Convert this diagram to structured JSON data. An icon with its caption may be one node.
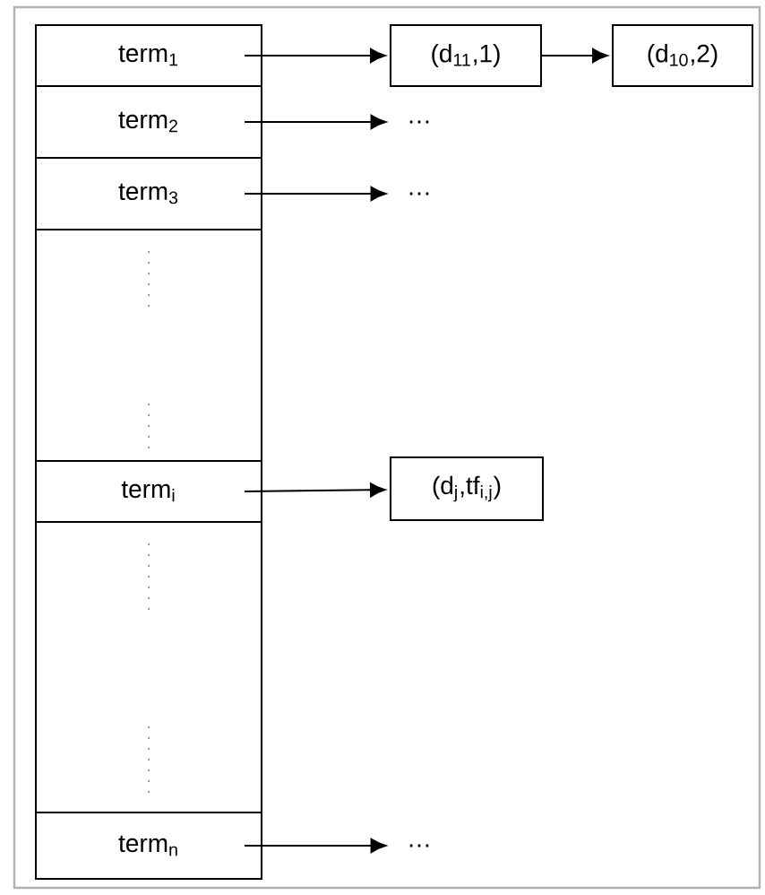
{
  "diagram": {
    "nodes": [
      {
        "text": [
          "term$_{1}$"
        ]
      },
      {
        "text": [
          "term$_{2}$"
        ]
      },
      {
        "text": [
          "term$_{3}$"
        ]
      },
      {
        "text": [],
        "shape": "box"
      },
      {
        "text": [
          "term$_{i}$"
        ]
      },
      {
        "text": [],
        "shape": "box"
      },
      {
        "text": [
          "term$_{n}$"
        ]
      },
      {
        "text": [
          "(d$_{11}$,1)"
        ]
      },
      {
        "text": [
          "(d$_{10}$,2)"
        ]
      },
      {
        "text": [
          "…"
        ]
      },
      {
        "text": [
          "…"
        ]
      },
      {
        "text": [
          "(d$_{j}$,tf$_{i,j}$)"
        ]
      },
      {
        "text": [
          "…"
        ]
      }
    ],
    "edges": [
      {
        "from": 0,
        "to": 7,
        "arrow": "to"
      },
      {
        "from": 7,
        "to": 8,
        "arrow": "to"
      },
      {
        "from": 1,
        "to": 9,
        "arrow": "to"
      },
      {
        "from": 2,
        "to": 10,
        "arrow": "to"
      },
      {
        "from": 4,
        "to": 11,
        "arrow": "to"
      },
      {
        "from": 6,
        "to": 12,
        "arrow": "to"
      }
    ]
  }
}
